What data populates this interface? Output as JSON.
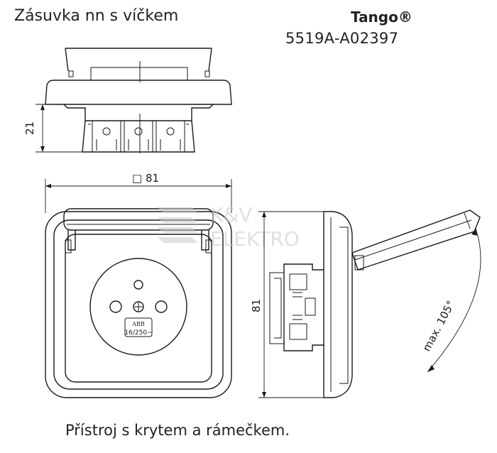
{
  "header": {
    "title": "Zásuvka nn s víčkem",
    "brand": "Tango®",
    "code": "5519A-A02397"
  },
  "dimensions": {
    "depth": "21",
    "width": "□ 81",
    "height": "81",
    "angle": "max. 105°"
  },
  "socket_label": {
    "line1": "ABB",
    "line2": "16/250~"
  },
  "watermark": {
    "line1": "K&V",
    "line2": "ELEKTRO"
  },
  "caption": "Přístroj s krytem a rámečkem."
}
